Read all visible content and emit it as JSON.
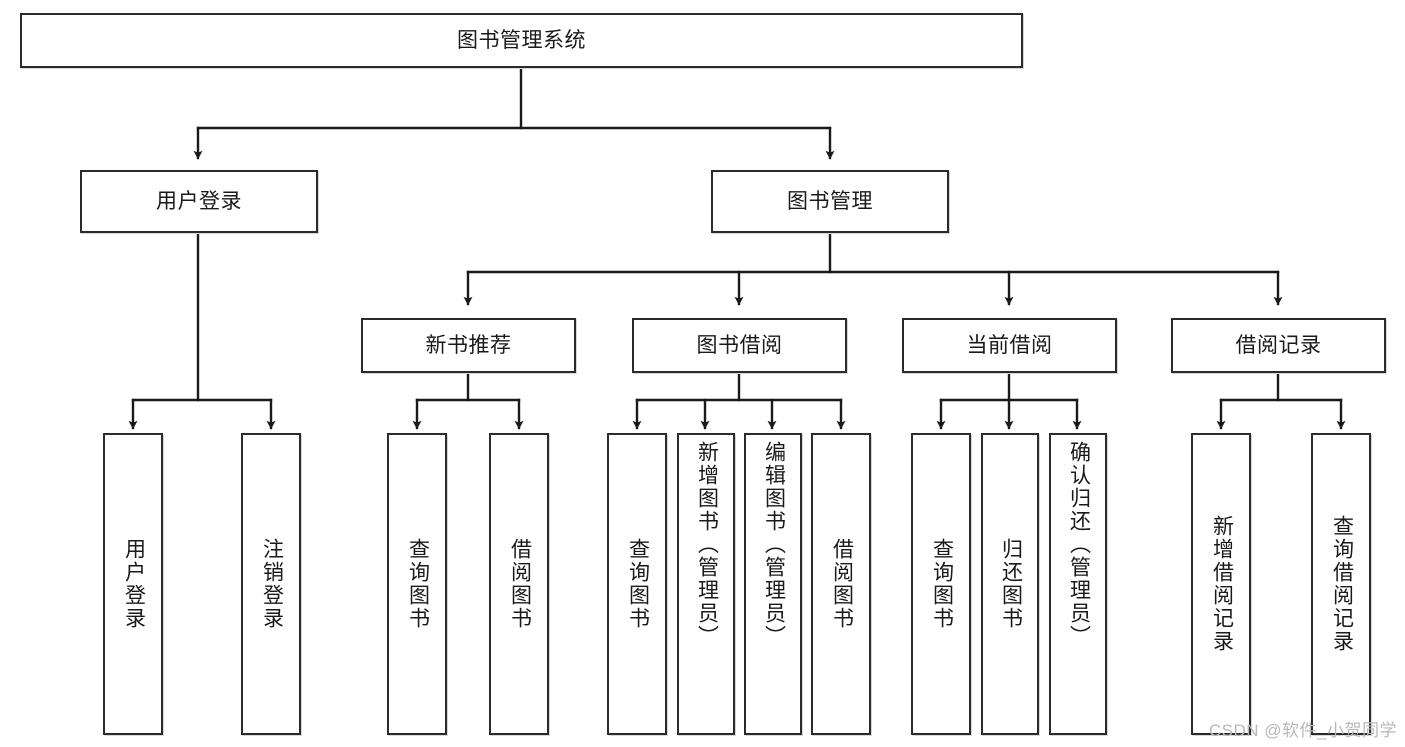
{
  "diagram": {
    "title": "图书管理系统",
    "type": "tree-hierarchy-diagram",
    "colors": {
      "box_border": "#2b2b2b",
      "box_fill": "#ffffff",
      "connector": "#1a1a1a",
      "text": "#1a1a1a",
      "watermark": "#b8b8b8"
    },
    "nodes": {
      "root": {
        "label": "图书管理系统"
      },
      "level2": [
        {
          "id": "user-login",
          "label": "用户登录"
        },
        {
          "id": "book-management",
          "label": "图书管理"
        }
      ],
      "level3": [
        {
          "id": "new-book-recommend",
          "label": "新书推荐"
        },
        {
          "id": "book-borrow",
          "label": "图书借阅"
        },
        {
          "id": "current-borrow",
          "label": "当前借阅"
        },
        {
          "id": "borrow-record",
          "label": "借阅记录"
        }
      ],
      "leaves": {
        "user_login": [
          {
            "id": "leaf-user-login",
            "label": "用户登录"
          },
          {
            "id": "leaf-logout-login",
            "label": "注销登录"
          }
        ],
        "new_book_recommend": [
          {
            "id": "leaf-query-book-1",
            "label": "查询图书"
          },
          {
            "id": "leaf-borrow-book-1",
            "label": "借阅图书"
          }
        ],
        "book_borrow": [
          {
            "id": "leaf-query-book-2",
            "label": "查询图书"
          },
          {
            "id": "leaf-add-book",
            "label": "新增图书（管理员）"
          },
          {
            "id": "leaf-edit-book",
            "label": "编辑图书（管理员）"
          },
          {
            "id": "leaf-borrow-book-2",
            "label": "借阅图书"
          }
        ],
        "current_borrow": [
          {
            "id": "leaf-query-book-3",
            "label": "查询图书"
          },
          {
            "id": "leaf-return-book",
            "label": "归还图书"
          },
          {
            "id": "leaf-confirm-return",
            "label": "确认归还（管理员）"
          }
        ],
        "borrow_record": [
          {
            "id": "leaf-add-record",
            "label": "新增借阅记录"
          },
          {
            "id": "leaf-query-record",
            "label": "查询借阅记录"
          }
        ]
      }
    },
    "watermark": "CSDN @软件_小贺同学"
  }
}
